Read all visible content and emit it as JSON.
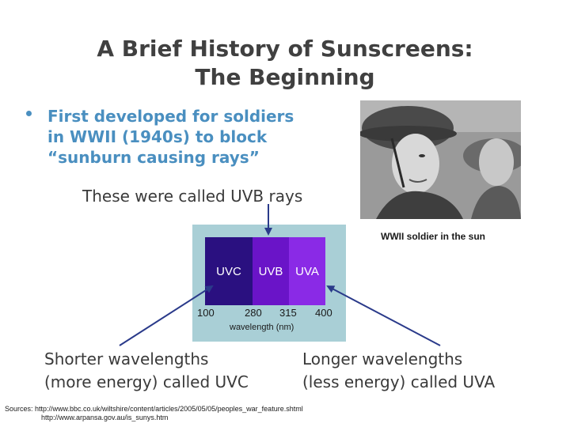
{
  "slide": {
    "title_line1": "A Brief History of Sunscreens:",
    "title_line2": "The Beginning",
    "bullet_line1": "First developed for soldiers",
    "bullet_line2": "in WWII (1940s) to block",
    "bullet_line3": "“sunburn causing rays”",
    "uvb_note": "These were called UVB rays",
    "photo_caption": "WWII soldier in the sun",
    "left_caption_line1": "Shorter wavelengths",
    "left_caption_line2": "(more energy) called UVC",
    "right_caption_line1": "Longer wavelengths",
    "right_caption_line2": "(less energy) called UVA",
    "sources_line1": "Sources: http://www.bbc.co.uk/wiltshire/content/articles/2005/05/05/peoples_war_feature.shtml",
    "sources_line2": "http://www.arpansa.gov.au/is_sunys.htm"
  },
  "spectrum": {
    "bands": [
      "UVC",
      "UVB",
      "UVA"
    ],
    "ticks": [
      "100",
      "280",
      "315",
      "400"
    ],
    "axis_label": "wavelength (nm)"
  },
  "colors": {
    "accent": "#4a8fc0",
    "panel": "#a9cfd6",
    "uvc": "#2a1080",
    "uvb": "#6a14c8",
    "uva": "#8a2ae6",
    "arrow": "#2a3a8a"
  }
}
